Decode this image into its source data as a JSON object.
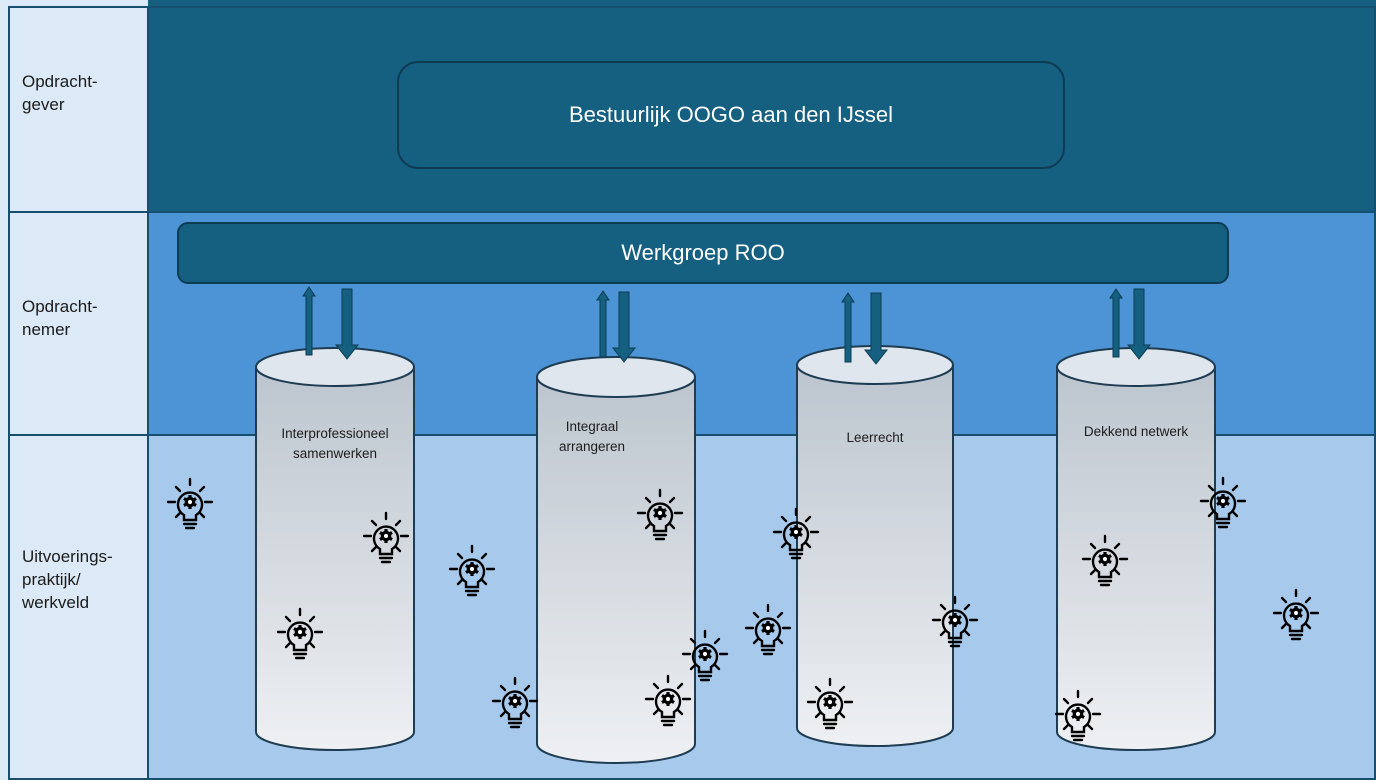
{
  "lanes": [
    {
      "label": "Opdracht-\ngever"
    },
    {
      "label": "Opdracht-\nnemer"
    },
    {
      "label": "Uitvoerings-\npraktijk/\nwerkveld"
    }
  ],
  "top_box": {
    "label": "Bestuurlijk OOGO aan den IJssel"
  },
  "workgroup": {
    "label": "Werkgroep ROO"
  },
  "pillars": [
    {
      "label": "Interprofessioneel\nsamenwerken"
    },
    {
      "label": "Integraal\narrangeren"
    },
    {
      "label": "Leerrecht"
    },
    {
      "label": "Dekkend netwerk"
    }
  ],
  "idea_icon": "lightbulb-gear-icon",
  "colors": {
    "lane_label_bg": "#dce9f6",
    "lane_top_bg": "#155f81",
    "lane_mid_bg": "#4d94d7",
    "lane_bottom_bg": "#a6c9ec",
    "box_fill": "#155f81",
    "box_stroke": "#0d3c52",
    "pillar_light": "#eef0f3",
    "pillar_dark": "#bcc5ce",
    "arrow": "#155f81"
  }
}
